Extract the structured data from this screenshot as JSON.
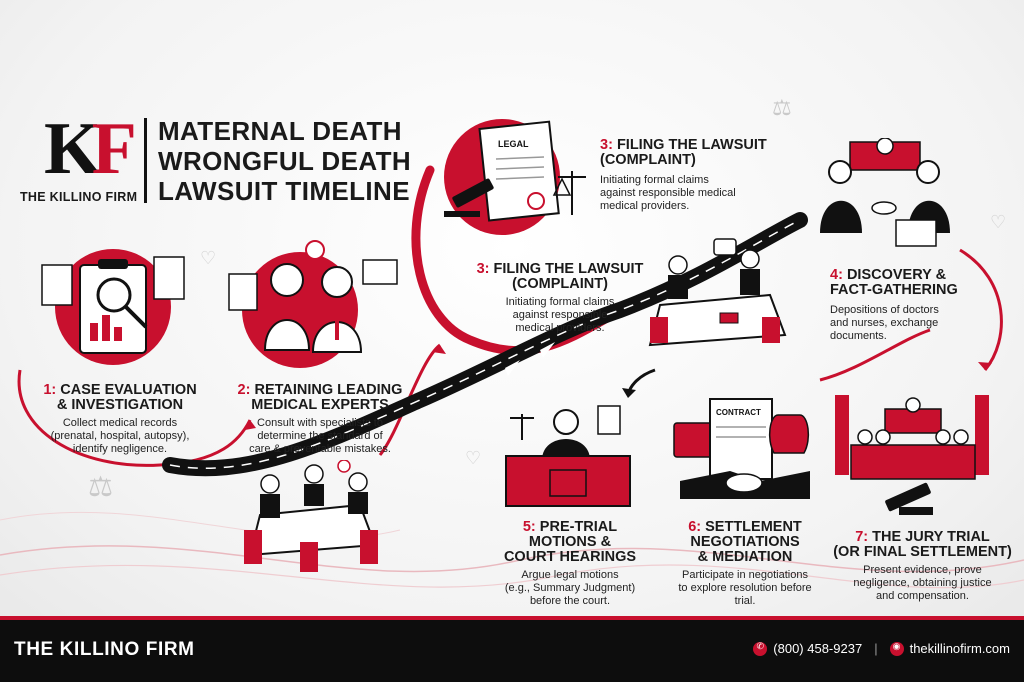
{
  "firm": {
    "logo_letters": "KF",
    "logo_k": "K",
    "logo_f": "F",
    "logo_subtitle": "THE KILLINO FIRM"
  },
  "title_lines": [
    "MATERNAL DEATH",
    "WRONGFUL DEATH",
    "LAWSUIT TIMELINE"
  ],
  "icon_labels": {
    "legal_doc": "LEGAL",
    "contract_doc": "CONTRACT"
  },
  "steps": [
    {
      "num": "1:",
      "title_lines": [
        "CASE EVALUATION",
        "& INVESTIGATION"
      ],
      "desc_lines": [
        "Collect medical records",
        "(prenatal, hospital, autopsy),",
        "identify negligence."
      ]
    },
    {
      "num": "2:",
      "title_lines": [
        "RETAINING LEADING",
        "MEDICAL EXPERTS"
      ],
      "desc_lines": [
        "Consult with specialists to",
        "determine the standard of",
        "care & preventable mistakes."
      ]
    },
    {
      "num": "3:",
      "title_lines": [
        "FILING THE LAWSUIT",
        "(COMPLAINT)"
      ],
      "desc_lines": [
        "Initiating formal claims",
        "against responsible",
        "medical providers."
      ]
    },
    {
      "num": "3:",
      "title_lines": [
        "FILING THE LAWSUIT",
        "(COMPLAINT)"
      ],
      "desc_lines": [
        "Initiating formal claims",
        "against responsible medical",
        "medical providers."
      ]
    },
    {
      "num": "4:",
      "title_lines": [
        "DISCOVERY &",
        "FACT-GATHERING"
      ],
      "desc_lines": [
        "Depositions of doctors",
        "and nurses, exchange",
        "documents."
      ]
    },
    {
      "num": "5:",
      "title_lines": [
        "PRE-TRIAL",
        "MOTIONS &",
        "COURT HEARINGS"
      ],
      "desc_lines": [
        "Argue legal motions",
        "(e.g., Summary Judgment)",
        "before the court."
      ]
    },
    {
      "num": "6:",
      "title_lines": [
        "SETTLEMENT",
        "NEGOTIATIONS",
        "& MEDIATION"
      ],
      "desc_lines": [
        "Participate in negotiations",
        "to explore resolution before",
        "trial."
      ]
    },
    {
      "num": "7:",
      "title_lines": [
        "THE JURY TRIAL",
        "(OR FINAL SETTLEMENT)"
      ],
      "desc_lines": [
        "Present evidence, prove",
        "negligence, obtaining justice",
        "and compensation."
      ]
    }
  ],
  "footer": {
    "name": "THE KILLINO FIRM",
    "phone": "(800) 458-9237",
    "divider": "|",
    "website": "thekillinofirm.com"
  },
  "colors": {
    "accent": "#c8102e",
    "dark": "#111111",
    "footer_bg": "#0d0d0d"
  },
  "icons": [
    "phone-icon",
    "globe-icon",
    "scales-icon",
    "gavel-icon",
    "stethoscope-icon",
    "heart-icon",
    "document-icon",
    "handshake-icon",
    "money-bag-icon"
  ]
}
